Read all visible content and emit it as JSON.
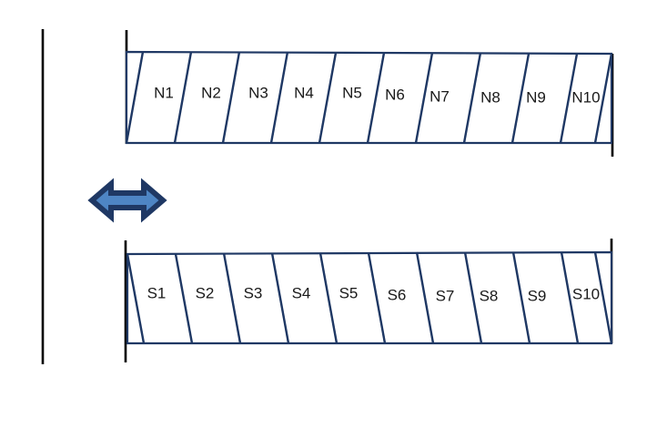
{
  "diagram": {
    "title": "Two-row slanted parking bay layout",
    "background_color": "#ffffff",
    "line_color": "#1F3864",
    "wall_color": "#000000",
    "arrow_fill_color": "#4E85C4",
    "arrow_outline_color": "#1F3864",
    "label_color": "#1a1a1a"
  },
  "north_row": {
    "name": "north-bay",
    "slot_count": 10,
    "slant": "top-leaning-right",
    "slots": [
      {
        "label": "N1"
      },
      {
        "label": "N2"
      },
      {
        "label": "N3"
      },
      {
        "label": "N4"
      },
      {
        "label": "N5"
      },
      {
        "label": "N6"
      },
      {
        "label": "N7"
      },
      {
        "label": "N8"
      },
      {
        "label": "N9"
      },
      {
        "label": "N10"
      }
    ]
  },
  "south_row": {
    "name": "south-bay",
    "slot_count": 10,
    "slant": "top-leaning-left",
    "slots": [
      {
        "label": "S1"
      },
      {
        "label": "S2"
      },
      {
        "label": "S3"
      },
      {
        "label": "S4"
      },
      {
        "label": "S5"
      },
      {
        "label": "S6"
      },
      {
        "label": "S7"
      },
      {
        "label": "S8"
      },
      {
        "label": "S9"
      },
      {
        "label": "S10"
      }
    ]
  },
  "arrow": {
    "name": "aisle-double-arrow",
    "direction": "horizontal-double",
    "label": ""
  },
  "walls": {
    "left_boundary": {
      "name": "left-boundary-wall"
    },
    "north_left_post": {
      "name": "north-left-post"
    },
    "north_right_post": {
      "name": "north-right-post"
    },
    "south_left_post": {
      "name": "south-left-post"
    },
    "south_right_post": {
      "name": "south-right-post"
    }
  }
}
